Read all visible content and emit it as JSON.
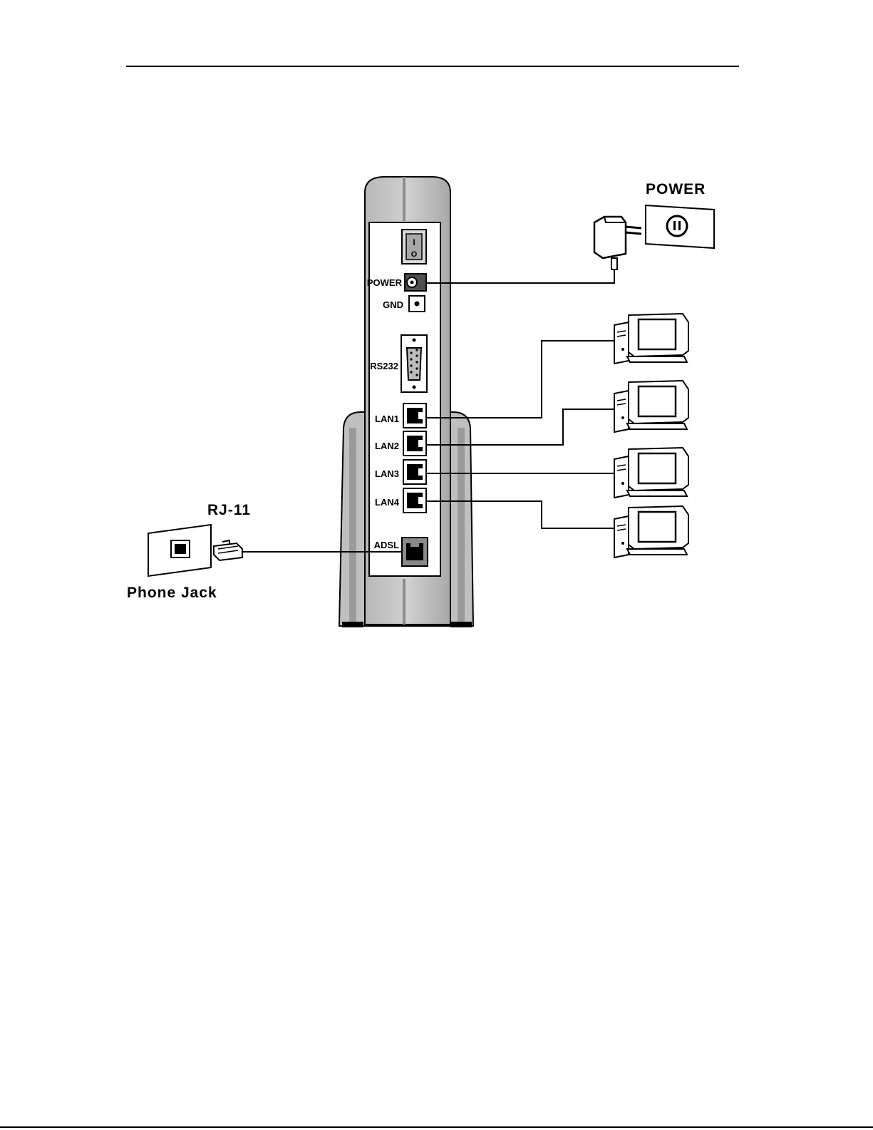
{
  "diagram": {
    "labels": {
      "power_outlet": "POWER",
      "rj11": "RJ-11",
      "phone_jack": "Phone Jack"
    },
    "device_ports": {
      "power": "POWER",
      "gnd": "GND",
      "rs232": "RS232",
      "lan1": "LAN1",
      "lan2": "LAN2",
      "lan3": "LAN3",
      "lan4": "LAN4",
      "adsl": "ADSL"
    },
    "switch_symbols": {
      "on": "I",
      "off": "O"
    }
  }
}
